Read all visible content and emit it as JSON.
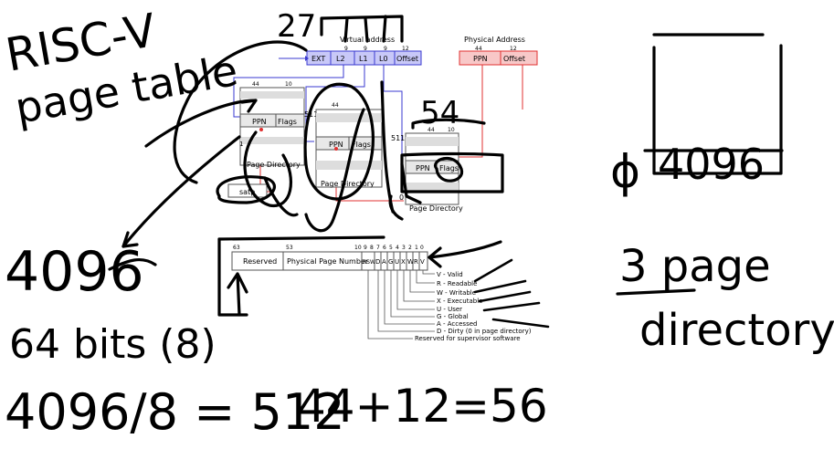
{
  "diagram": {
    "virtual_address": {
      "title": "Virtual address",
      "bits": [
        "9",
        "9",
        "9",
        "12"
      ],
      "fields": [
        "EXT",
        "L2",
        "L1",
        "L0",
        "Offset"
      ]
    },
    "physical_address": {
      "title": "Physical Address",
      "bits": [
        "44",
        "12"
      ],
      "fields": [
        "PPN",
        "Offset"
      ]
    },
    "page_directory": {
      "label": "Page Directory",
      "bits": [
        "44",
        "10"
      ],
      "cols": [
        "PPN",
        "Flags"
      ],
      "top_index": "511",
      "bottom_index": "0",
      "middle_index": "1"
    },
    "satp": "satp",
    "pte": {
      "bit_numbers": [
        "63",
        "53",
        "10",
        "9",
        "8",
        "7",
        "6",
        "5",
        "4",
        "3",
        "2",
        "1",
        "0"
      ],
      "fields": [
        "Reserved",
        "Physical Page Number",
        "RSW",
        "D",
        "A",
        "G",
        "U",
        "X",
        "W",
        "R",
        "V"
      ],
      "legend": [
        "V - Valid",
        "R - Readable",
        "W - Writable",
        "X - Executable",
        "U - User",
        "G - Global",
        "A - Accessed",
        "D - Dirty (0 in page directory)",
        "Reserved for supervisor software"
      ]
    }
  },
  "handwriting": {
    "title_line1": "RISC-V",
    "title_line2": "page table",
    "n4096": "4096",
    "bits64": "64 bits (8)",
    "div": "4096/8 = 512",
    "sum": "44+12=56",
    "n27": "27",
    "n54": "54",
    "phi": "ϕ",
    "box_4096": "4096",
    "three_page": "3 page",
    "directory": "directory"
  },
  "colors": {
    "ink": "#000000",
    "blue_line": "#3a3ad0",
    "red_line": "#e03030",
    "va_fill": "#c8c8f8",
    "pa_fill": "#f8c8c8"
  }
}
